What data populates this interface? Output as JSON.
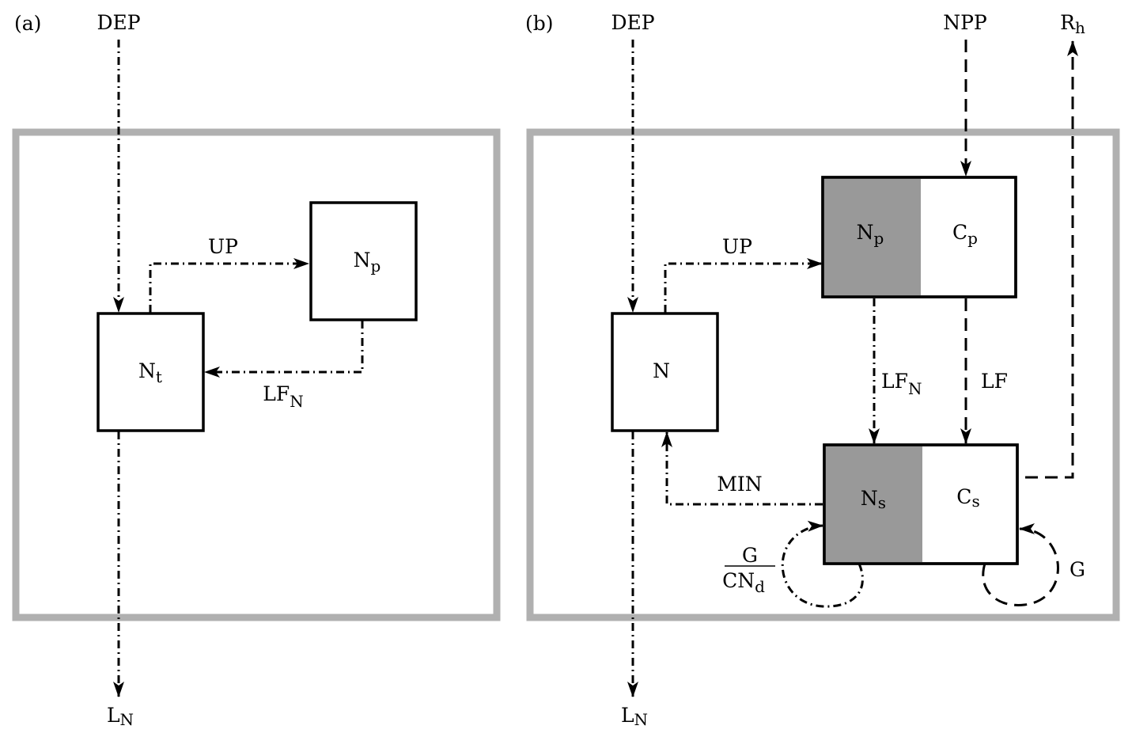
{
  "panel_a": {
    "tag": "(a)",
    "dep": "DEP",
    "loss": {
      "main": "L",
      "sub": "N"
    },
    "pool_total": {
      "main": "N",
      "sub": "t"
    },
    "pool_plant": {
      "main": "N",
      "sub": "p"
    },
    "uptake": "UP",
    "litterfall_n": {
      "main": "LF",
      "sub": "N"
    }
  },
  "panel_b": {
    "tag": "(b)",
    "dep": "DEP",
    "npp": "NPP",
    "resp": {
      "main": "R",
      "sub": "h"
    },
    "loss": {
      "main": "L",
      "sub": "N"
    },
    "pool_n": "N",
    "pool_plant_n": {
      "main": "N",
      "sub": "p"
    },
    "pool_plant_c": {
      "main": "C",
      "sub": "p"
    },
    "pool_soil_n": {
      "main": "N",
      "sub": "s"
    },
    "pool_soil_c": {
      "main": "C",
      "sub": "s"
    },
    "uptake": "UP",
    "litterfall_n": {
      "main": "LF",
      "sub": "N"
    },
    "litterfall": "LF",
    "mineralization": "MIN",
    "growth": "G",
    "growth_frac": {
      "num": "G",
      "den_main": "CN",
      "den_sub": "d"
    }
  },
  "colors": {
    "frame": "#b0b0b0",
    "shaded_pool": "#999999",
    "line": "#000000"
  },
  "line_styles": {
    "nitrogen_flux": "dash-dot",
    "carbon_flux": "dashed"
  }
}
